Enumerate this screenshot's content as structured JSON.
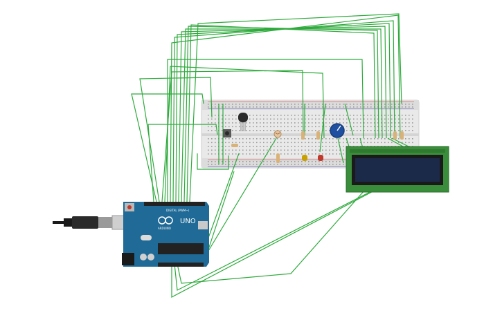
{
  "board": {
    "brand_label": "UNO",
    "logo_sub": "ARDUINO",
    "digital_label": "DIGITAL (PWM~)"
  },
  "colors": {
    "background": "#ffffff",
    "wire": "#2eaa3c",
    "breadboard": "#e9e9e9",
    "breadboard_rail": "#dcdcdc",
    "arduino_board": "#1f6a96",
    "lcd_pcb": "#3a8d3a",
    "lcd_screen": "#1c2a4a",
    "potentiometer": "#1f4fa0",
    "led_red": "#c0392b",
    "led_yellow": "#c8a000",
    "resistor": "#d9b27a"
  },
  "components": {
    "microcontroller": "arduino-uno",
    "display": "lcd-16x2",
    "breadboard": "half-plus",
    "parts": [
      "temperature-sensor",
      "push-button",
      "photoresistor",
      "potentiometer",
      "red-led",
      "yellow-led",
      "resistors"
    ]
  }
}
